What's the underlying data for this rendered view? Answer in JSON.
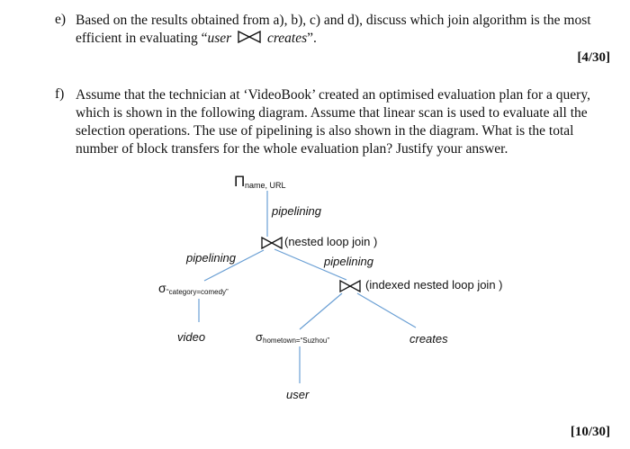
{
  "question_e": {
    "label": "e)",
    "line1": "Based on the results obtained from a), b), c) and d), discuss which join algorithm is the most",
    "line2_prefix": "efficient in evaluating “",
    "line2_left": "user",
    "line2_right": "creates",
    "line2_suffix": "”.",
    "marks": "[4/30]"
  },
  "question_f": {
    "label": "f)",
    "lines": [
      "Assume that the technician at ‘VideoBook’ created an optimised evaluation plan for a query,",
      "which is shown in the following diagram. Assume that linear scan is used to evaluate all the",
      "selection operations. The use of pipelining is also shown in the diagram. What is the total",
      "number of block transfers for the whole evaluation plan? Justify your answer."
    ],
    "marks": "[10/30]"
  },
  "diagram": {
    "projection_symbol": "Π",
    "projection_attrs": "name, URL",
    "pipelining_top": "pipelining",
    "join1_label": "(nested loop join )",
    "pipelining_left": "pipelining",
    "pipelining_right": "pipelining",
    "sigma_symbol": "σ",
    "selection_category": "“category=comedy”",
    "join2_label": "(indexed nested loop join )",
    "video": "video",
    "selection_hometown": "hometown=“Suzhou”",
    "creates": "creates",
    "user": "user",
    "line_color": "#6a9fd4"
  }
}
